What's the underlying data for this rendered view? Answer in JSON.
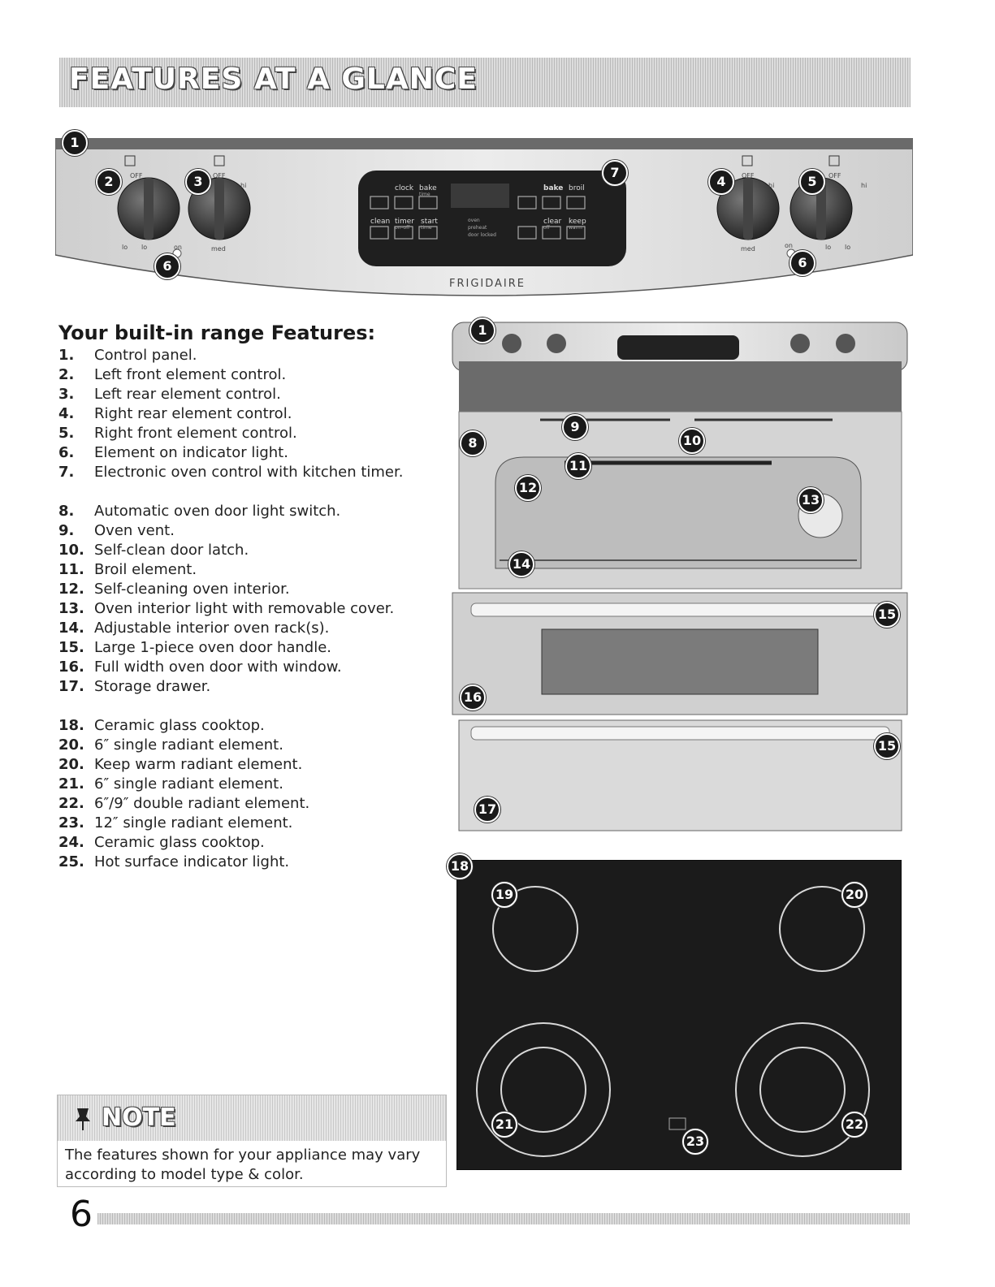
{
  "header": {
    "title": "FEATURES AT A GLANCE"
  },
  "control_panel": {
    "brand": "FRIGIDAIRE",
    "knob_labels": {
      "off": "OFF",
      "hi": "hi",
      "lo": "lo",
      "med": "med",
      "on": "on"
    },
    "buttons_left": [
      "clock",
      "bake",
      "clean",
      "timer",
      "start"
    ],
    "buttons_left_sub": {
      "bake": "time",
      "timer": "on–off",
      "start": "time"
    },
    "buttons_right": [
      "bake",
      "broil",
      "clear",
      "keep"
    ],
    "buttons_right_sub": {
      "clear": "off",
      "keep": "warm"
    },
    "status_lines": [
      "oven",
      "preheat",
      "door locked"
    ],
    "badges": {
      "panel": "1",
      "left_front": "2",
      "left_rear": "3",
      "right_rear": "4",
      "right_front": "5",
      "indicator": "6",
      "control": "7"
    }
  },
  "features": {
    "title": "Your built-in range Features:",
    "items": [
      {
        "num": "1.",
        "text": "Control panel."
      },
      {
        "num": "2.",
        "text": "Left front element control."
      },
      {
        "num": "3.",
        "text": "Left rear element control."
      },
      {
        "num": "4.",
        "text": "Right rear element control."
      },
      {
        "num": "5.",
        "text": "Right front element control."
      },
      {
        "num": "6.",
        "text": "Element on indicator light."
      },
      {
        "num": "7.",
        "text": "Electronic oven control with kitchen timer."
      },
      {
        "num": "8.",
        "text": "Automatic oven door light switch."
      },
      {
        "num": "9.",
        "text": "Oven vent."
      },
      {
        "num": "10.",
        "text": "Self-clean door latch."
      },
      {
        "num": "11.",
        "text": "Broil element."
      },
      {
        "num": "12.",
        "text": "Self-cleaning oven interior."
      },
      {
        "num": "13.",
        "text": "Oven interior light with removable cover."
      },
      {
        "num": "14.",
        "text": "Adjustable interior oven rack(s)."
      },
      {
        "num": "15.",
        "text": "Large 1-piece oven door handle."
      },
      {
        "num": "16.",
        "text": "Full width oven door with window."
      },
      {
        "num": "17.",
        "text": "Storage drawer."
      },
      {
        "num": "18.",
        "text": "Ceramic glass cooktop."
      },
      {
        "num": "20.",
        "text": "6″ single radiant element."
      },
      {
        "num": "20.",
        "text": "Keep warm radiant element."
      },
      {
        "num": "21.",
        "text": "6″ single radiant element."
      },
      {
        "num": "22.",
        "text": "6″/9″ double radiant element."
      },
      {
        "num": "23.",
        "text": "12″ single radiant element."
      },
      {
        "num": "24.",
        "text": "Ceramic glass cooktop."
      },
      {
        "num": "25.",
        "text": "Hot surface indicator light."
      }
    ]
  },
  "range_badges": [
    "1",
    "8",
    "9",
    "10",
    "11",
    "12",
    "13",
    "14",
    "15",
    "16",
    "15",
    "17"
  ],
  "cooktop_badges": [
    "18",
    "19",
    "20",
    "21",
    "22",
    "23"
  ],
  "note": {
    "title": "NOTE",
    "text": "The features shown for your appliance may vary according to model type & color."
  },
  "page_number": "6"
}
